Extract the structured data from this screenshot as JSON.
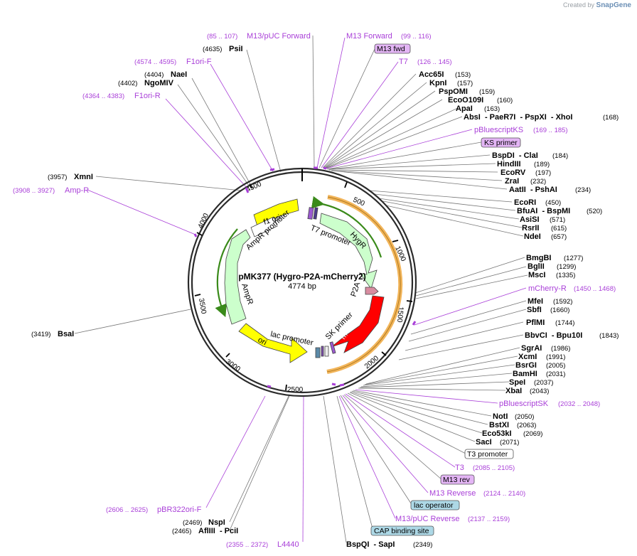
{
  "brand": {
    "created_by": "Created by",
    "name": "SnapGene"
  },
  "plasmid": {
    "name": "pMK377 (Hygro-P2A-mCherry2)",
    "size": "4774 bp"
  },
  "ticks": [
    "500",
    "1000",
    "1500",
    "2000",
    "2500",
    "3000",
    "3500",
    "4000",
    "4500"
  ],
  "features": [
    {
      "name": "f1 ori",
      "color": "#ffff00"
    },
    {
      "name": "AmpR promoter",
      "color": "#ffffff"
    },
    {
      "name": "AmpR",
      "color": "#ccffcc"
    },
    {
      "name": "ori",
      "color": "#ffff00"
    },
    {
      "name": "lac promoter",
      "color": "#ffffff"
    },
    {
      "name": "T7 promoter",
      "color": "#ffffff"
    },
    {
      "name": "HygR",
      "color": "#ccffcc"
    },
    {
      "name": "P2A",
      "color": "#d88ca0"
    },
    {
      "name": "mCherry2",
      "color": "#ff0000"
    },
    {
      "name": "SK primer",
      "color": "#a93fd8"
    }
  ],
  "labels": {
    "right": [
      {
        "name": "M13/pUC Forward",
        "pos": "85 .. 107",
        "kind": "primer"
      },
      {
        "name": "PsiI",
        "pos": "4635",
        "kind": "enzyme"
      },
      {
        "name": "F1ori-F",
        "pos": "4574 .. 4595",
        "kind": "primer"
      },
      {
        "name": "NaeI",
        "pos": "4404",
        "kind": "enzyme"
      },
      {
        "name": "NgoMIV",
        "pos": "4402",
        "kind": "enzyme"
      },
      {
        "name": "F1ori-R",
        "pos": "4364 .. 4383",
        "kind": "primer"
      },
      {
        "name": "M13 Forward",
        "pos": "99 .. 116",
        "kind": "primer"
      },
      {
        "name": "M13 fwd",
        "kind": "primer-box"
      },
      {
        "name": "T7",
        "pos": "126 .. 145",
        "kind": "primer"
      },
      {
        "name": "Acc65I",
        "pos": "153",
        "kind": "enzyme"
      },
      {
        "name": "KpnI",
        "pos": "157",
        "kind": "enzyme"
      },
      {
        "name": "PspOMI",
        "pos": "159",
        "kind": "enzyme"
      },
      {
        "name": "EcoO109I",
        "pos": "160",
        "kind": "enzyme"
      },
      {
        "name": "ApaI",
        "pos": "163",
        "kind": "enzyme"
      },
      {
        "name": "AbsI  - PaeR7I  - PspXI  - XhoI",
        "pos": "168",
        "kind": "enzyme"
      },
      {
        "name": "pBluescriptKS",
        "pos": "169 .. 185",
        "kind": "primer"
      },
      {
        "name": "KS primer",
        "kind": "primer-box"
      },
      {
        "name": "BspDI  - ClaI",
        "pos": "184",
        "kind": "enzyme"
      },
      {
        "name": "HindIII",
        "pos": "189",
        "kind": "enzyme"
      },
      {
        "name": "EcoRV",
        "pos": "197",
        "kind": "enzyme"
      },
      {
        "name": "ZraI",
        "pos": "232",
        "kind": "enzyme"
      },
      {
        "name": "AatII  - PshAI",
        "pos": "234",
        "kind": "enzyme"
      },
      {
        "name": "EcoRI",
        "pos": "450",
        "kind": "enzyme"
      },
      {
        "name": "BfuAI  - BspMI",
        "pos": "520",
        "kind": "enzyme"
      },
      {
        "name": "AsiSI",
        "pos": "571",
        "kind": "enzyme"
      },
      {
        "name": "RsrII",
        "pos": "615",
        "kind": "enzyme"
      },
      {
        "name": "NdeI",
        "pos": "657",
        "kind": "enzyme"
      },
      {
        "name": "BmgBI",
        "pos": "1277",
        "kind": "enzyme"
      },
      {
        "name": "BglII",
        "pos": "1299",
        "kind": "enzyme"
      },
      {
        "name": "MscI",
        "pos": "1335",
        "kind": "enzyme"
      },
      {
        "name": "mCherry-R",
        "pos": "1450 .. 1468",
        "kind": "primer"
      },
      {
        "name": "MfeI",
        "pos": "1592",
        "kind": "enzyme"
      },
      {
        "name": "SbfI",
        "pos": "1660",
        "kind": "enzyme"
      },
      {
        "name": "PflMI",
        "pos": "1744",
        "kind": "enzyme"
      },
      {
        "name": "BbvCI  - Bpu10I",
        "pos": "1843",
        "kind": "enzyme"
      },
      {
        "name": "SgrAI",
        "pos": "1986",
        "kind": "enzyme"
      },
      {
        "name": "XcmI",
        "pos": "1991",
        "kind": "enzyme"
      },
      {
        "name": "BsrGI",
        "pos": "2005",
        "kind": "enzyme"
      },
      {
        "name": "BamHI",
        "pos": "2031",
        "kind": "enzyme"
      },
      {
        "name": "SpeI",
        "pos": "2037",
        "kind": "enzyme"
      },
      {
        "name": "XbaI",
        "pos": "2043",
        "kind": "enzyme"
      },
      {
        "name": "pBluescriptSK",
        "pos": "2032 .. 2048",
        "kind": "primer"
      },
      {
        "name": "NotI",
        "pos": "2050",
        "kind": "enzyme"
      },
      {
        "name": "BstXI",
        "pos": "2063",
        "kind": "enzyme"
      },
      {
        "name": "Eco53kI",
        "pos": "2069",
        "kind": "enzyme"
      },
      {
        "name": "SacI",
        "pos": "2071",
        "kind": "enzyme"
      },
      {
        "name": "T3 promoter",
        "kind": "feature-box"
      },
      {
        "name": "T3",
        "pos": "2085 .. 2105",
        "kind": "primer"
      },
      {
        "name": "M13 rev",
        "kind": "primer-box"
      },
      {
        "name": "M13 Reverse",
        "pos": "2124 .. 2140",
        "kind": "primer"
      },
      {
        "name": "lac operator",
        "kind": "feature-box"
      },
      {
        "name": "M13/pUC Reverse",
        "pos": "2137 .. 2159",
        "kind": "primer"
      },
      {
        "name": "CAP binding site",
        "kind": "feature-box"
      },
      {
        "name": "BspQI  - SapI",
        "pos": "2349",
        "kind": "enzyme"
      }
    ],
    "left": [
      {
        "name": "XmnI",
        "pos": "3957",
        "kind": "enzyme"
      },
      {
        "name": "Amp-R",
        "pos": "3908 .. 3927",
        "kind": "primer"
      },
      {
        "name": "BsaI",
        "pos": "3419",
        "kind": "enzyme"
      },
      {
        "name": "pBR322ori-F",
        "pos": "2606 .. 2625",
        "kind": "primer"
      },
      {
        "name": "NspI",
        "pos": "2469",
        "kind": "enzyme"
      },
      {
        "name": "AflIII  - PciI",
        "pos": "2465",
        "kind": "enzyme"
      },
      {
        "name": "L4440",
        "pos": "2355 .. 2372",
        "kind": "primer"
      }
    ]
  },
  "colors": {
    "primer": "#a93fd8",
    "enzyme": "#000000",
    "feature_box": "#add8e6",
    "primer_box": "#e3b5f5",
    "orange": "#f2b55a"
  }
}
